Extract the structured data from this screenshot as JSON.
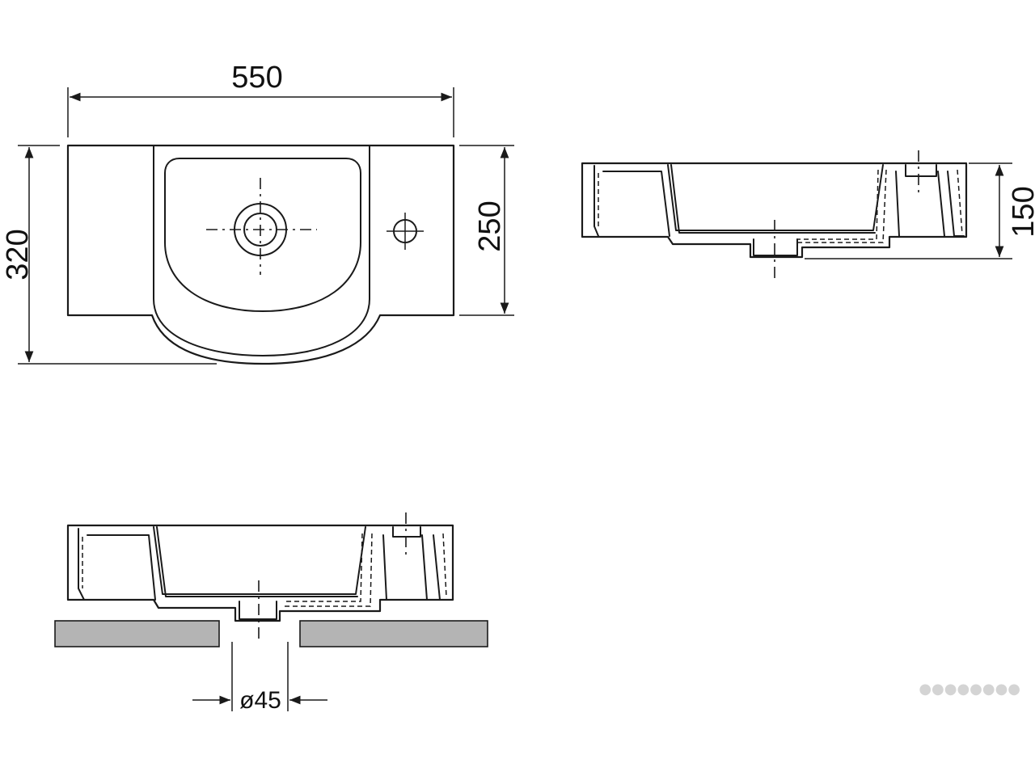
{
  "dimensions": {
    "width": "550",
    "depth": "320",
    "bowl_depth": "250",
    "height": "150",
    "drain_diameter": "ø45"
  },
  "views": [
    "top-view",
    "side-view",
    "front-view-installed"
  ],
  "watermark": "●●●●●●●●",
  "colors": {
    "line": "#1a1a1a",
    "countertop": "#b4b4b4"
  }
}
